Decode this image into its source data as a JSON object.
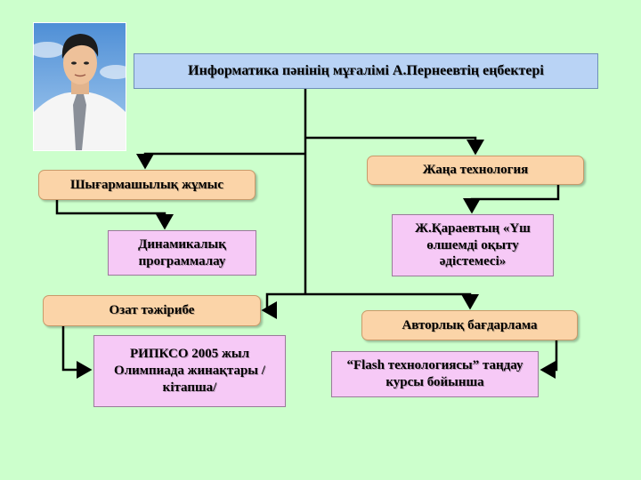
{
  "title": "Информатика пәнінің мұғалімі А.Пернеевтің еңбектері",
  "boxes": {
    "creative_work": "Шығармашылық жұмыс",
    "dynamic_programming": "Динамикалық программалау",
    "new_technology": "Жаңа технология",
    "karaev_method": "Ж.Қараевтың «Үш өлшемді оқыту әдістемесі»",
    "best_practice": "Озат тәжірибе",
    "ripkso_olympiad": "РИПКСО 2005 жыл Олимпиада жинақтары /кітапша/",
    "author_program": "Авторлық бағдарлама",
    "flash_course": "“Flash технологиясы” таңдау курсы бойынша"
  },
  "colors": {
    "background": "#ccffcc",
    "title_fill": "#b9d3f5",
    "orange_fill": "#fbd4a8",
    "pink_fill": "#f6c9f6",
    "connector": "#000000"
  },
  "icons": {
    "portrait": "teacher-portrait-photo"
  }
}
